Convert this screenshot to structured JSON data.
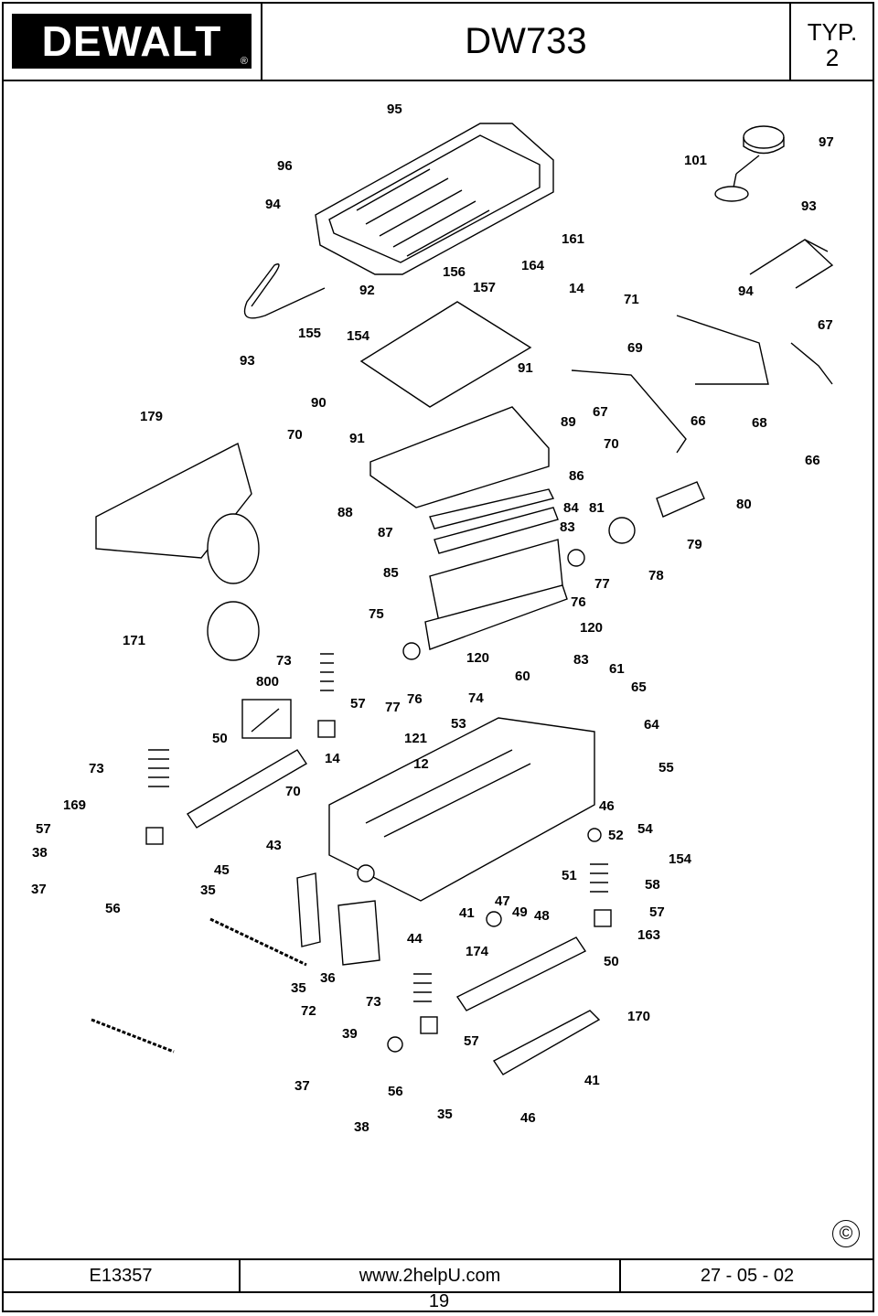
{
  "header": {
    "brand": "DEWALT",
    "model": "DW733",
    "typ_label": "TYP.",
    "typ_value": "2"
  },
  "footer": {
    "code": "E13357",
    "website": "www.2helpU.com",
    "date": "27 - 05 - 02",
    "page_number": "19"
  },
  "copyright_symbol": "©",
  "part_labels": [
    "95",
    "96",
    "97",
    "101",
    "94",
    "93",
    "161",
    "164",
    "156",
    "157",
    "14",
    "92",
    "155",
    "154",
    "93",
    "71",
    "94",
    "67",
    "69",
    "91",
    "90",
    "179",
    "70",
    "91",
    "89",
    "67",
    "66",
    "68",
    "70",
    "66",
    "86",
    "88",
    "84",
    "81",
    "80",
    "87",
    "83",
    "79",
    "85",
    "77",
    "78",
    "76",
    "75",
    "120",
    "171",
    "73",
    "120",
    "83",
    "61",
    "800",
    "60",
    "65",
    "57",
    "77",
    "76",
    "74",
    "50",
    "53",
    "64",
    "121",
    "14",
    "12",
    "55",
    "73",
    "70",
    "169",
    "46",
    "57",
    "52",
    "54",
    "38",
    "43",
    "154",
    "45",
    "51",
    "58",
    "37",
    "35",
    "47",
    "49",
    "48",
    "57",
    "56",
    "41",
    "44",
    "163",
    "174",
    "50",
    "35",
    "36",
    "73",
    "72",
    "170",
    "39",
    "57",
    "37",
    "56",
    "41",
    "35",
    "38",
    "46"
  ]
}
